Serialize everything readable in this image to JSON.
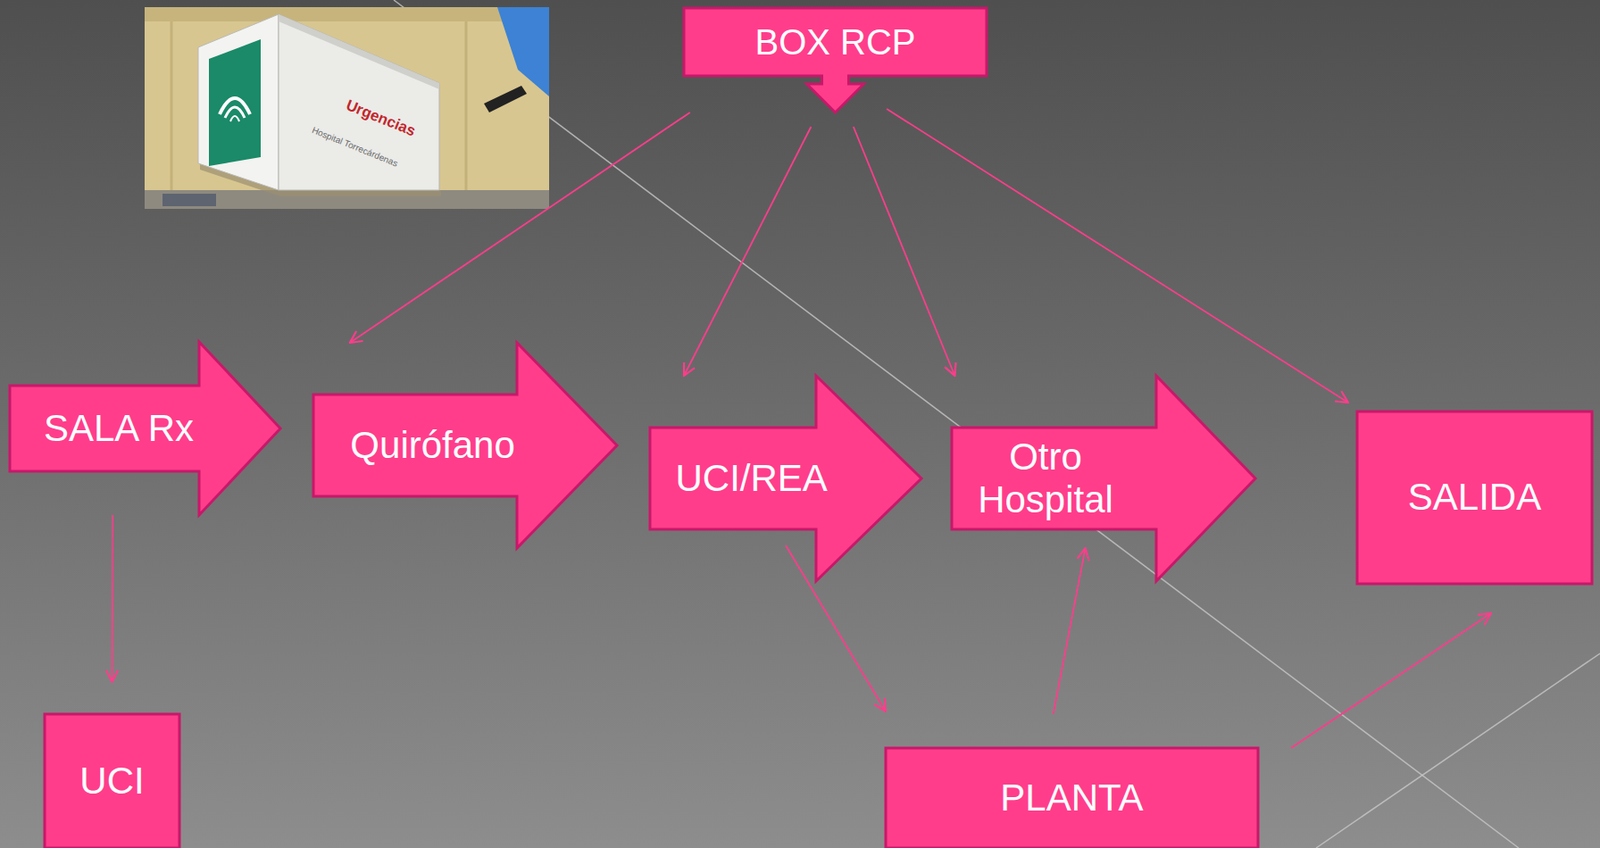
{
  "diagram": {
    "nodes": [
      {
        "text": [
          "BOX RCP"
        ]
      },
      {
        "text": [
          "SALA Rx"
        ]
      },
      {
        "text": [
          "Quirófano"
        ]
      },
      {
        "text": [
          "UCI/REA"
        ]
      },
      {
        "text": [
          "Otro Hospital"
        ]
      },
      {
        "text": [
          "SALIDA"
        ]
      },
      {
        "text": [
          "UCI"
        ]
      },
      {
        "text": [
          "PLANTA"
        ]
      }
    ],
    "edges": [
      {
        "from": 0,
        "to": 2,
        "arrow": "to"
      },
      {
        "from": 0,
        "to": 3,
        "arrow": "to"
      },
      {
        "from": 0,
        "to": 4,
        "arrow": "to"
      },
      {
        "from": 0,
        "to": 5,
        "arrow": "to"
      },
      {
        "from": 1,
        "to": 6,
        "arrow": "to"
      },
      {
        "from": 3,
        "to": 7,
        "arrow": "to"
      },
      {
        "from": 7,
        "to": 4,
        "arrow": "to"
      },
      {
        "from": 7,
        "to": 5,
        "arrow": "to"
      }
    ],
    "labels": [
      "Urgencias",
      "Hospital Torrecárdenas"
    ]
  }
}
